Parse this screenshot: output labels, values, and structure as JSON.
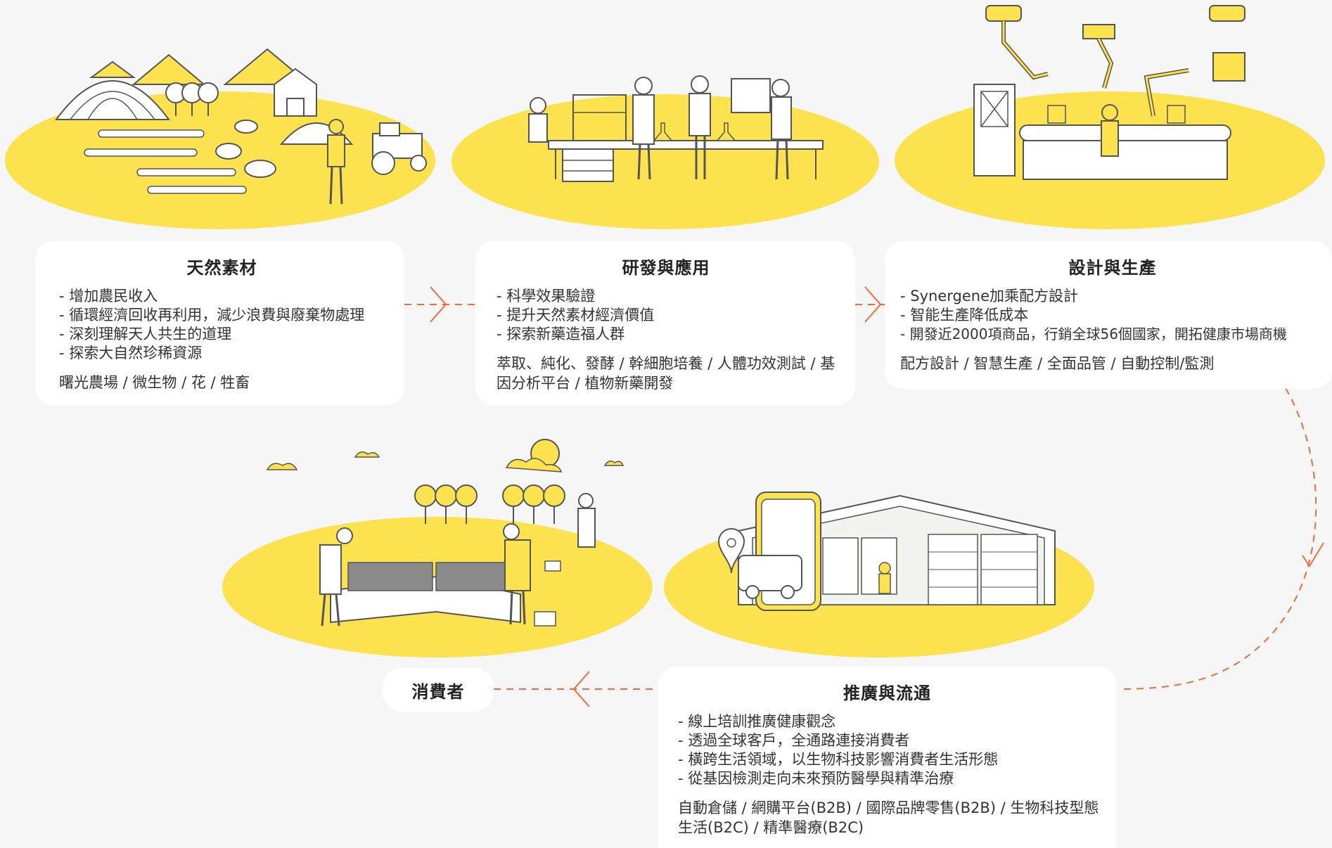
{
  "stages": [
    {
      "title": "天然素材",
      "points": [
        "增加農民收入",
        "循環經濟回收再利用，減少浪費與廢棄物處理",
        "深刻理解天人共生的道理",
        "探索大自然珍稀資源"
      ],
      "tags": "曙光農場 / 微生物 / 花 / 牲畜"
    },
    {
      "title": "研發與應用",
      "points": [
        "科學效果驗證",
        "提升天然素材經濟價值",
        "探索新藥造福人群"
      ],
      "tags": "萃取、純化、發酵 / 幹細胞培養 / 人體功效測試 / 基因分析平台 / 植物新藥開發"
    },
    {
      "title": "設計與生產",
      "points": [
        "Synergene加乘配方設計",
        "智能生產降低成本",
        "開發近2000項商品，行銷全球56個國家，開拓健康市場商機"
      ],
      "tags": "配方設計 / 智慧生產 / 全面品管 / 自動控制/監測"
    },
    {
      "title": "推廣與流通",
      "points": [
        "線上培訓推廣健康觀念",
        "透過全球客戶，全通路連接消費者",
        "橫跨生活領域，以生物科技影響消費者生活形態",
        "從基因檢測走向未來預防醫學與精準治療"
      ],
      "tags": "自動倉儲 / 網購平台(B2B) / 國際品牌零售(B2B) / 生物科技型態生活(B2C) / 精準醫療(B2C)"
    },
    {
      "title": "消費者"
    }
  ],
  "colors": {
    "yellow": "#fde24f",
    "accent": "#f26b3a",
    "line": "#555555"
  },
  "icons": [
    "farm-illustration",
    "lab-illustration",
    "factory-illustration",
    "warehouse-illustration",
    "market-illustration"
  ]
}
